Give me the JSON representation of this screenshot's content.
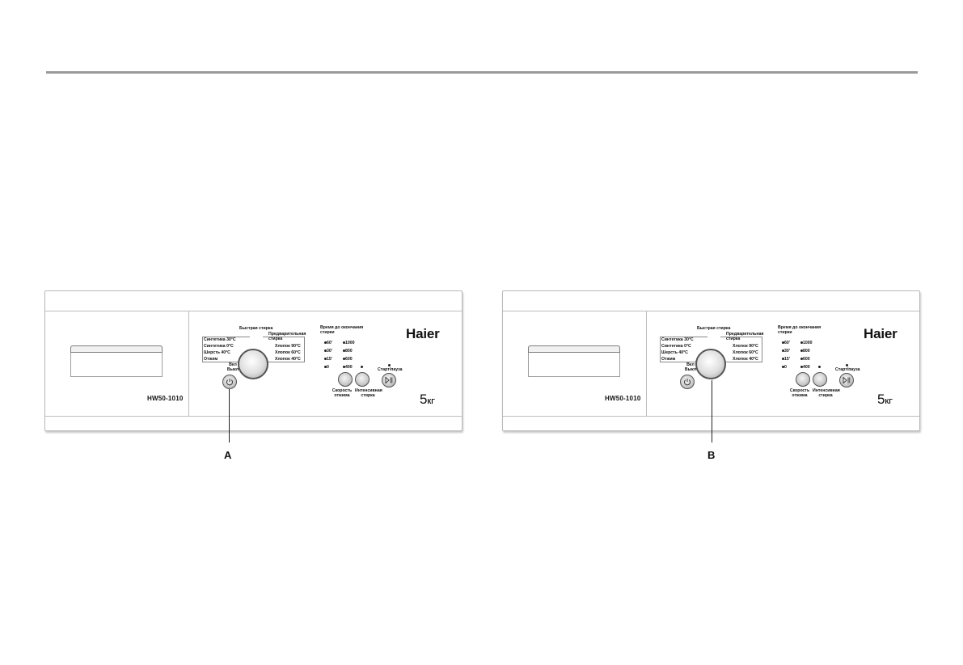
{
  "panels": [
    {
      "brand": "Haier",
      "model": "HW50-1010",
      "capacity_num": "5",
      "capacity_unit": "КГ",
      "programs_top": "Быстрая стирка",
      "programs_prewash": "Предварительная стирка",
      "programs_left": [
        "Синтетика 30°C",
        "Синтетика 0°C",
        "Шерсть 40°C",
        "Отжим"
      ],
      "programs_right": [
        "Хлопок 90°C",
        "Хлопок 60°C",
        "Хлопок 40°C"
      ],
      "power_label": "Вкл Выкл",
      "time_title": "Время до окончания стирки",
      "time_values": [
        "60'",
        "30'",
        "15'",
        "0"
      ],
      "spin_values": [
        "1000",
        "800",
        "600",
        "400"
      ],
      "spin_button_label": "Скорость отжима",
      "intensive_button_label": "Интенсивная стирка",
      "start_pause_label": "Старт/пауза",
      "callout": "A"
    },
    {
      "brand": "Haier",
      "model": "HW50-1010",
      "capacity_num": "5",
      "capacity_unit": "КГ",
      "programs_top": "Быстрая стирка",
      "programs_prewash": "Предварительная стирка",
      "programs_left": [
        "Синтетика 30°C",
        "Синтетика 0°C",
        "Шерсть 40°C",
        "Отжим"
      ],
      "programs_right": [
        "Хлопок 90°C",
        "Хлопок 60°C",
        "Хлопок 40°C"
      ],
      "power_label": "Вкл Выкл",
      "time_title": "Время до окончания стирки",
      "time_values": [
        "60'",
        "30'",
        "15'",
        "0"
      ],
      "spin_values": [
        "1000",
        "800",
        "600",
        "400"
      ],
      "spin_button_label": "Скорость отжима",
      "intensive_button_label": "Интенсивная стирка",
      "start_pause_label": "Старт/пауза",
      "callout": "B"
    }
  ],
  "icons": {
    "power": "power-symbol-icon",
    "start_pause": "play-pause-icon"
  }
}
